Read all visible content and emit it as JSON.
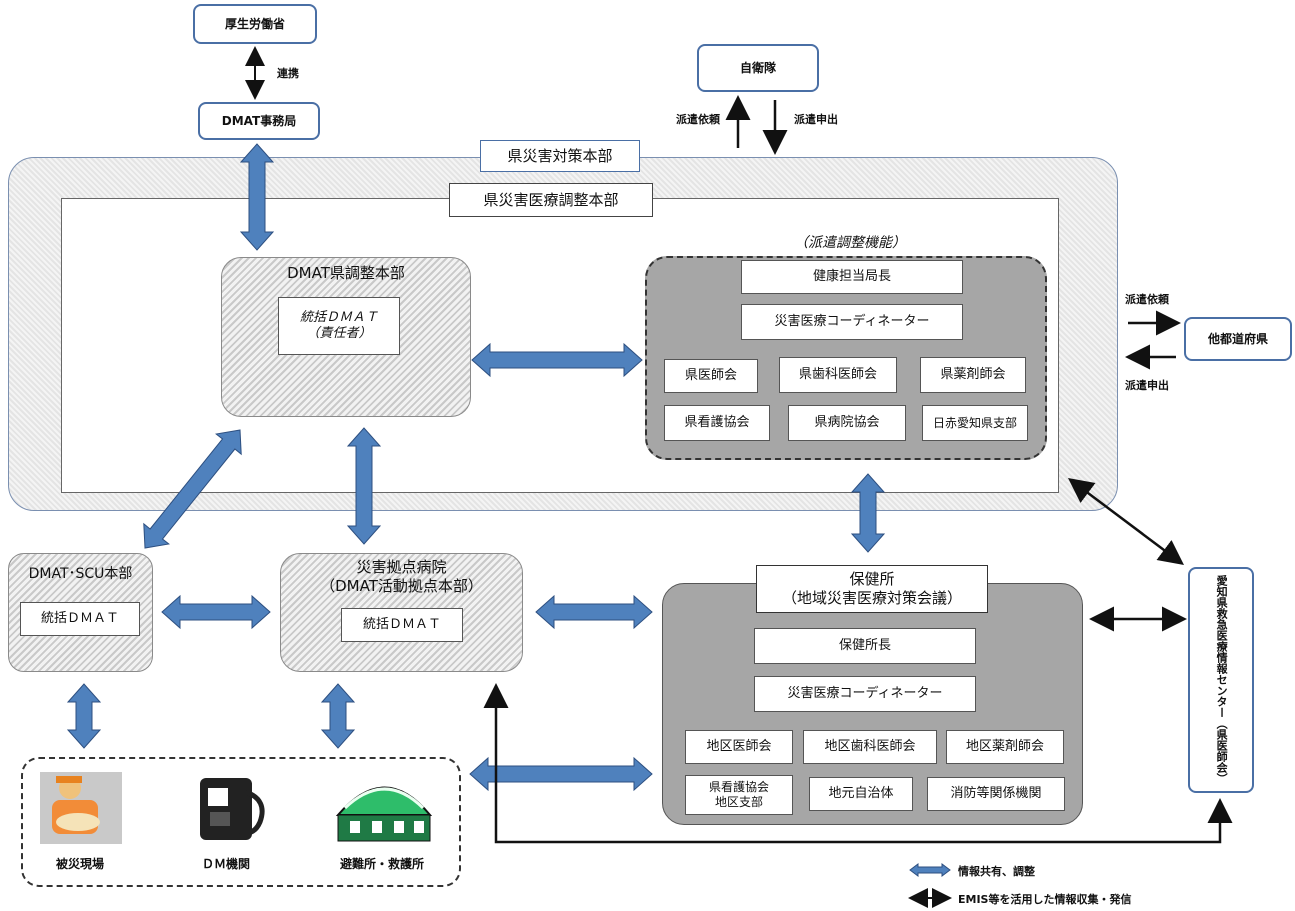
{
  "mhlw": "厚生労働省",
  "mhlw_link": "連携",
  "dmat_office": "DMAT事務局",
  "sdf": "自衛隊",
  "sdf_request": "派遣依頼",
  "sdf_offer": "派遣申出",
  "pref_hq": "県災害対策本部",
  "pref_medical_hq": "県災害医療調整本部",
  "dmat_pref_hq": {
    "title": "DMAT県調整本部",
    "inner_line1": "統括ＤＭＡＴ",
    "inner_line2": "（責任者）"
  },
  "dispatch": {
    "title": "（派遣調整機能）",
    "head": "健康担当局長",
    "coordinator": "災害医療コーディネーター",
    "row1": [
      "県医師会",
      "県歯科医師会",
      "県薬剤師会"
    ],
    "row2": [
      "県看護協会",
      "県病院協会",
      "日赤愛知県支部"
    ]
  },
  "other_pref": {
    "label": "他都道府県",
    "request": "派遣依頼",
    "offer": "派遣申出"
  },
  "scu": {
    "title": "DMAT･SCU本部",
    "inner": "統括ＤＭＡＴ"
  },
  "base_hospital": {
    "title_line1": "災害拠点病院",
    "title_line2": "（DMAT活動拠点本部）",
    "inner": "統括ＤＭＡＴ"
  },
  "health_center": {
    "title_line1": "保健所",
    "title_line2": "（地域災害医療対策会議）",
    "head": "保健所長",
    "coordinator": "災害医療コーディネーター",
    "row1": [
      "地区医師会",
      "地区歯科医師会",
      "地区薬剤師会"
    ],
    "row2_first_line1": "県看護協会",
    "row2_first_line2": "地区支部",
    "row2": [
      "地元自治体",
      "消防等関係機関"
    ]
  },
  "field": {
    "items": [
      "被災現場",
      "ＤＭ機関",
      "避難所・救護所"
    ]
  },
  "aichi_center": "愛知県救急医療情報センター（県医師会）",
  "legend": {
    "blue": "情報共有、調整",
    "black": "EMIS等を活用した情報収集・発信"
  },
  "colors": {
    "arrow_blue": "#4f81bd",
    "panel_grey": "#a6a6a6",
    "frame_blue": "#4a6fa5"
  }
}
